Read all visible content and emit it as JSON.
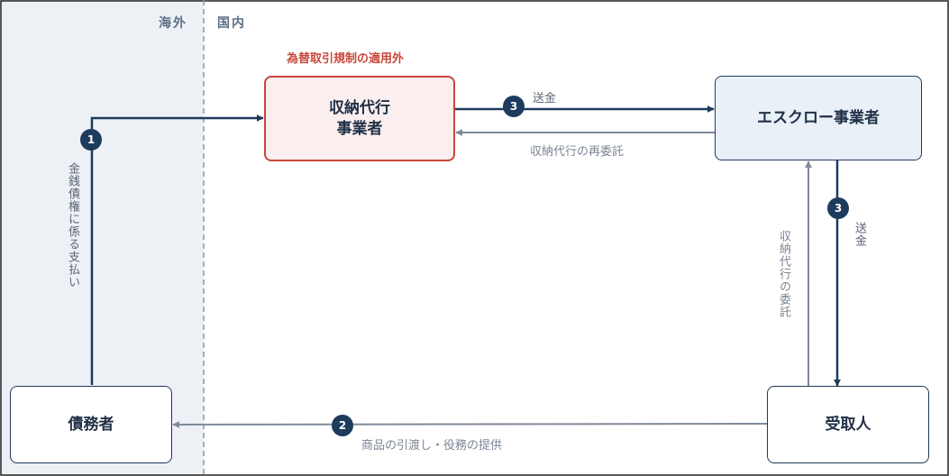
{
  "regions": {
    "overseas": "海外",
    "domestic": "国内"
  },
  "note": "為替取引規制の適用外",
  "nodes": {
    "collection_agent": [
      "収納代行",
      "事業者"
    ],
    "escrow": "エスクロー事業者",
    "debtor": "債務者",
    "recipient": "受取人"
  },
  "flows": {
    "payment_claim": {
      "step": "1",
      "label": "金銭債権に係る支払い"
    },
    "goods_delivery": {
      "step": "2",
      "label": "商品の引渡し・役務の提供"
    },
    "remit_top": {
      "step": "3",
      "label": "送金"
    },
    "remit_right": {
      "step": "3",
      "label": "送金"
    },
    "re_delegation": {
      "label": "収納代行の再委託"
    },
    "delegation": {
      "label": "収納代行の委託"
    }
  },
  "colors": {
    "overseas_bg": "#edf0f5",
    "dark_arrow": "#1d3b5c",
    "gray_arrow": "#7f8a98",
    "red_accent": "#c9473a"
  }
}
